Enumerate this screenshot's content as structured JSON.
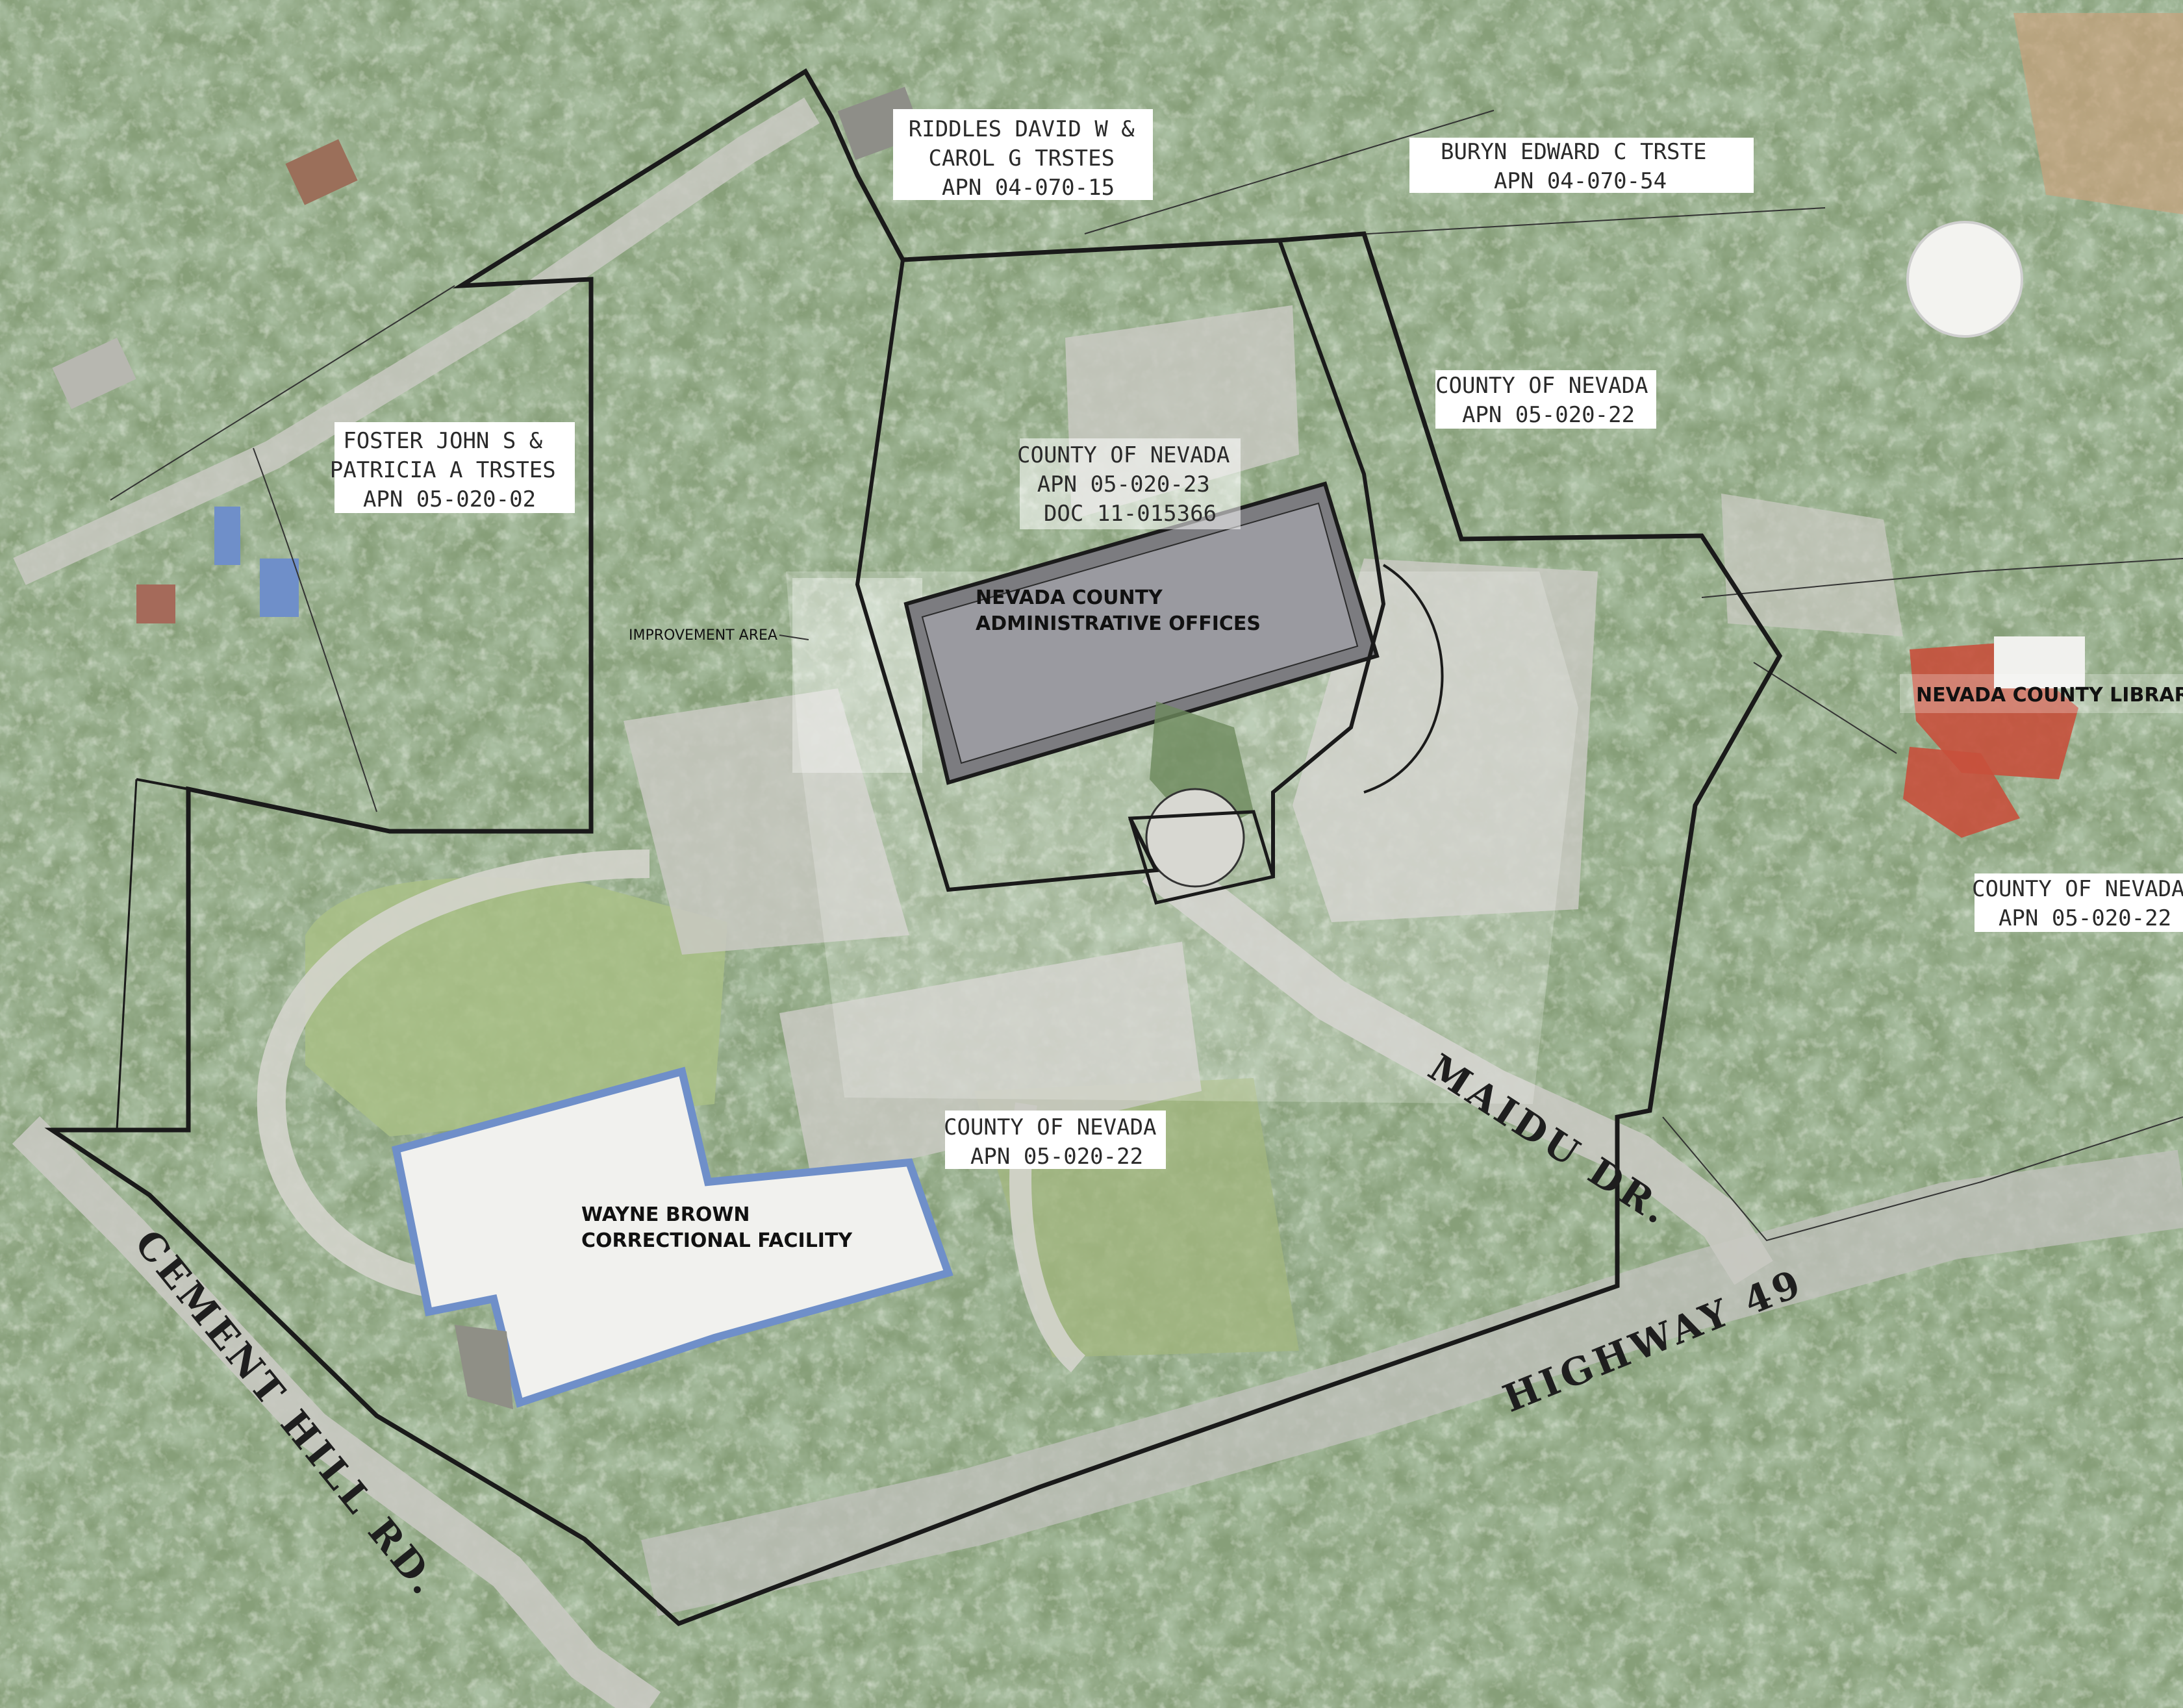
{
  "parcels": [
    {
      "id": "riddles",
      "lines": [
        "RIDDLES DAVID W &",
        "CAROL G TRSTES",
        "APN 04-070-15"
      ]
    },
    {
      "id": "buryn",
      "lines": [
        "BURYN EDWARD C TRSTE",
        "APN 04-070-54"
      ]
    },
    {
      "id": "foster",
      "lines": [
        "FOSTER JOHN S &",
        "PATRICIA A TRSTES",
        "APN 05-020-02"
      ]
    },
    {
      "id": "county-main",
      "lines": [
        "COUNTY OF NEVADA",
        "APN 05-020-23",
        "DOC 11-015366"
      ]
    },
    {
      "id": "county-ne",
      "lines": [
        "COUNTY OF NEVADA",
        "APN 05-020-22"
      ]
    },
    {
      "id": "county-east",
      "lines": [
        "COUNTY OF NEVADA",
        "APN 05-020-22"
      ]
    },
    {
      "id": "county-south",
      "lines": [
        "COUNTY OF NEVADA",
        "APN 05-020-22"
      ]
    }
  ],
  "buildings": {
    "admin": [
      "NEVADA COUNTY",
      "ADMINISTRATIVE OFFICES"
    ],
    "correctional": [
      "WAYNE BROWN",
      "CORRECTIONAL FACILITY"
    ],
    "library": "NEVADA COUNTY LIBRARY"
  },
  "annotations": {
    "improvement_area": "IMPROVEMENT AREA"
  },
  "roads": {
    "maidu": "MAIDU DR.",
    "highway": "HIGHWAY 49",
    "cement_hill": "CEMENT HILL RD."
  },
  "colors": {
    "forest": "#5f7a4e",
    "forest_light": "#8aa278",
    "pavement": "#c9c9c2",
    "boundary": "#1a1a1a",
    "roof_blue": "#6f8fc9",
    "roof_red": "#c8503c",
    "lawn": "#a9bf86"
  }
}
